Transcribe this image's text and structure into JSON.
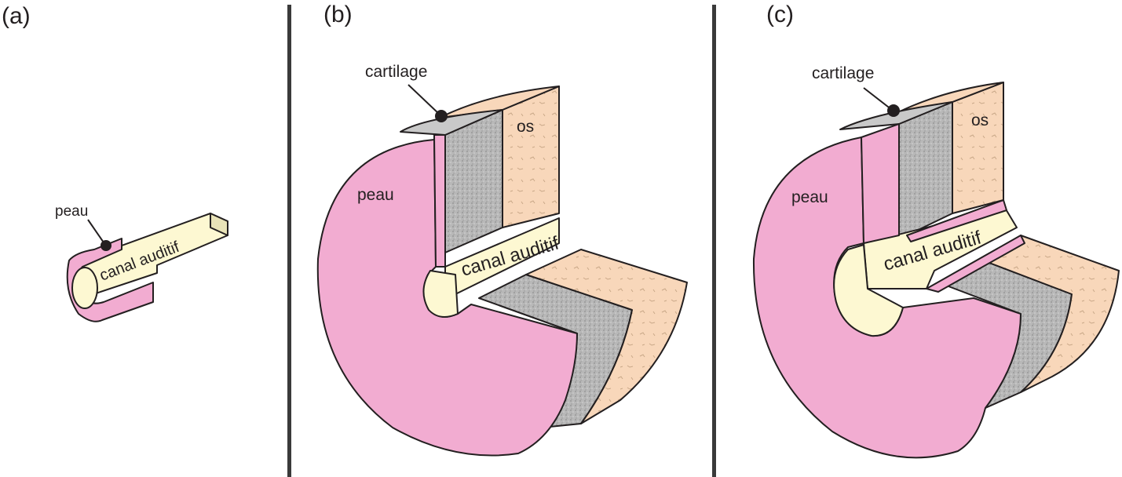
{
  "panels": [
    {
      "letter": "(a)",
      "labels": {
        "skin": "peau",
        "canal": "canal auditif"
      }
    },
    {
      "letter": "(b)",
      "labels": {
        "cartilage": "cartilage",
        "bone": "os",
        "skin": "peau",
        "canal": "canal auditif"
      }
    },
    {
      "letter": "(c)",
      "labels": {
        "cartilage": "cartilage",
        "bone": "os",
        "skin": "peau",
        "canal": "canal auditif"
      }
    }
  ],
  "colors": {
    "skin": "#f2acd1",
    "canal": "#fdf8d2",
    "cartilage": "#b8b8b8",
    "bone": "#f8d7ba",
    "outline": "#231f20",
    "divider": "#3a3a3a"
  }
}
